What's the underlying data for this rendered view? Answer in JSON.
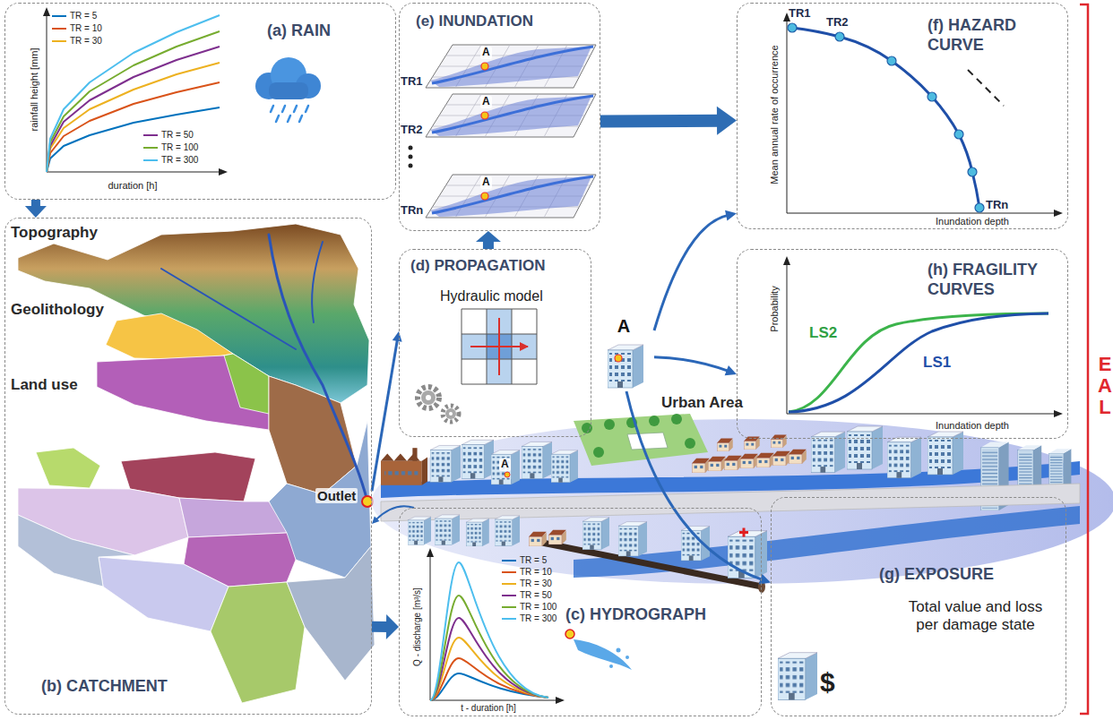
{
  "diagram": {
    "nodes": [
      {
        "text": [
          "(a) RAIN"
        ]
      },
      {
        "text": [
          "(b) CATCHMENT"
        ]
      },
      {
        "text": [
          "(c) HYDROGRAPH"
        ]
      },
      {
        "text": [
          "(d) PROPAGATION",
          "Hydraulic model"
        ]
      },
      {
        "text": [
          "(e) INUNDATION"
        ]
      },
      {
        "text": [
          "(f) HAZARD CURVE"
        ]
      },
      {
        "text": [
          "(h) FRAGILITY CURVES"
        ]
      },
      {
        "text": [
          "(g) EXPOSURE",
          "Total value and loss per damage state"
        ]
      },
      {
        "text": [
          "A"
        ]
      }
    ],
    "edges": [
      {
        "from": 0,
        "to": 1,
        "arrow": "to"
      },
      {
        "from": 1,
        "to": 2,
        "arrow": "to"
      },
      {
        "from": 1,
        "to": 3,
        "arrow": "to"
      },
      {
        "from": 2,
        "to": 1,
        "arrow": "to"
      },
      {
        "from": 3,
        "to": 4,
        "arrow": "to"
      },
      {
        "from": 4,
        "to": 5,
        "arrow": "to"
      },
      {
        "from": 8,
        "to": 5,
        "arrow": "to"
      },
      {
        "from": 8,
        "to": 6,
        "arrow": "to"
      },
      {
        "from": 8,
        "to": 7,
        "arrow": "to"
      }
    ],
    "labels": [
      "rainfall height [mm]",
      "duration [h]",
      "Topography",
      "Geolithology",
      "Land use",
      "Outlet",
      "Q - discharge [m³/s]",
      "t - duration [h]",
      "TR1",
      "TR2",
      "TRn",
      "A",
      "A",
      "A",
      "Mean annual rate of occurrence",
      "Inundation depth",
      "TR1",
      "TR2",
      "TRn",
      "Probability",
      "Inundation depth",
      "LS2",
      "LS1",
      "Urban Area",
      "A",
      "$",
      "EAL"
    ],
    "legend": [
      {
        "text": "TR = 5",
        "color": "#0072BD"
      },
      {
        "text": "TR = 10",
        "color": "#D95319"
      },
      {
        "text": "TR = 30",
        "color": "#EDB120"
      },
      {
        "text": "TR = 50",
        "color": "#7E2F8E"
      },
      {
        "text": "TR = 100",
        "color": "#77AC30"
      },
      {
        "text": "TR = 300",
        "color": "#4DBEEE"
      },
      {
        "text": "TR = 5",
        "color": "#0072BD"
      },
      {
        "text": "TR = 10",
        "color": "#D95319"
      },
      {
        "text": "TR = 30",
        "color": "#EDB120"
      },
      {
        "text": "TR = 50",
        "color": "#7E2F8E"
      },
      {
        "text": "TR = 100",
        "color": "#77AC30"
      },
      {
        "text": "TR = 300",
        "color": "#4DBEEE"
      }
    ]
  }
}
